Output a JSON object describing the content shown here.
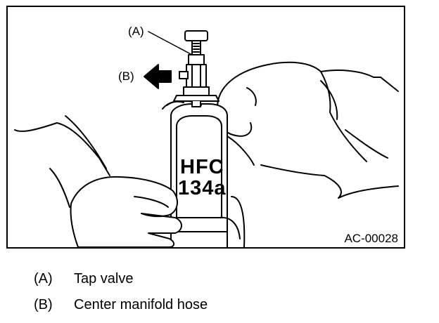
{
  "figure": {
    "callout_a": "(A)",
    "callout_b": "(B)",
    "can_label_line1": "HFC",
    "can_label_line2": "134a",
    "figure_code": "AC-00028"
  },
  "legend": [
    {
      "key": "(A)",
      "text": "Tap valve"
    },
    {
      "key": "(B)",
      "text": "Center manifold hose"
    }
  ]
}
